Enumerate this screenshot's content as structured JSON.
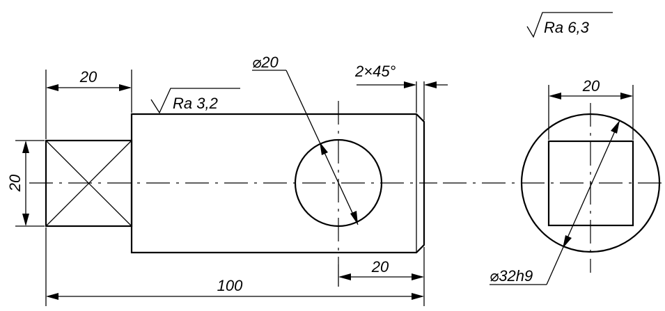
{
  "labels": {
    "dim_square_width": "20",
    "dim_square_height": "20",
    "dim_total_length": "100",
    "dim_hole_offset": "20",
    "dim_hole_diameter": "⌀20",
    "dim_chamfer": "2×45°",
    "dim_end_square": "20",
    "dim_shaft_diameter": "⌀32h9",
    "roughness_surface": "Ra 3,2",
    "roughness_general": "Ra 6,3"
  }
}
